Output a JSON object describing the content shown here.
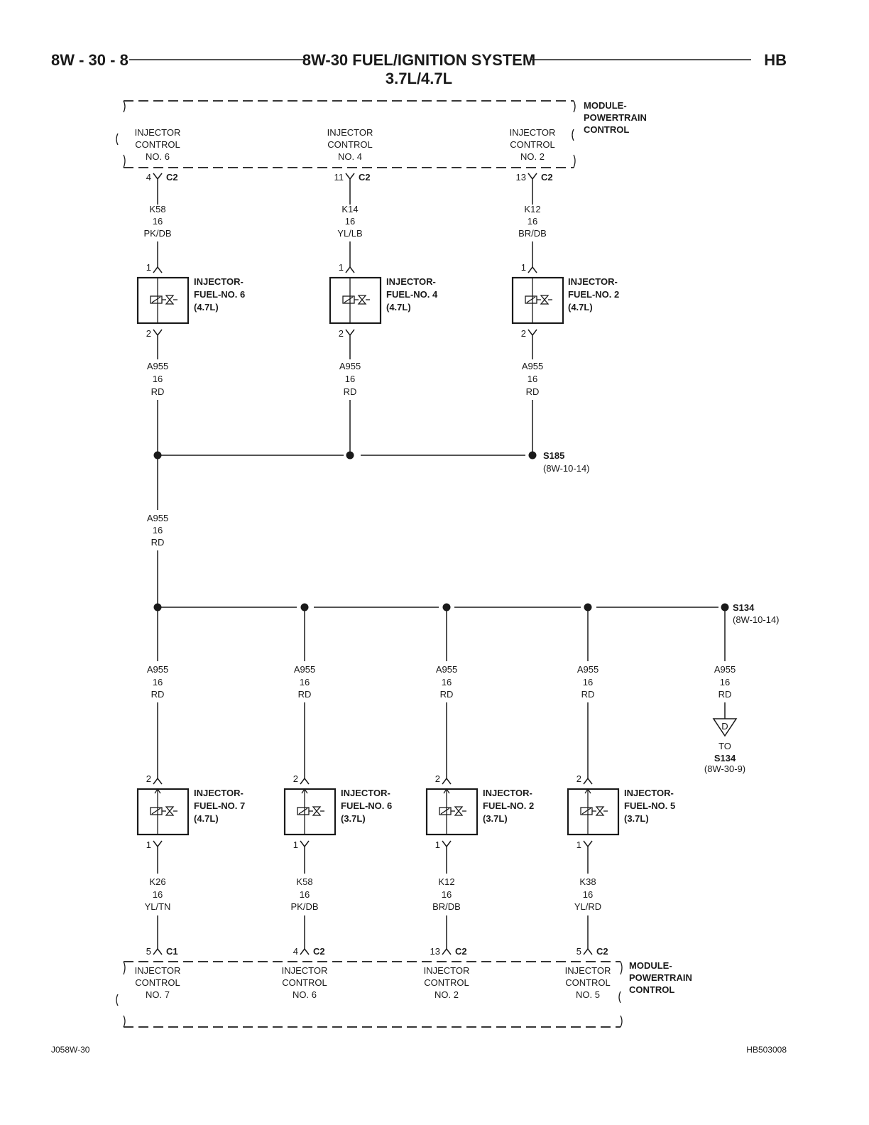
{
  "header": {
    "page_ref": "8W - 30 - 8",
    "title": "8W-30 FUEL/IGNITION SYSTEM",
    "subtitle": "3.7L/4.7L",
    "model": "HB"
  },
  "footer": {
    "left": "J058W-30",
    "right": "HB503008"
  },
  "top_module": {
    "name": [
      "MODULE-",
      "POWERTRAIN",
      "CONTROL"
    ],
    "pins": [
      {
        "label": [
          "INJECTOR",
          "CONTROL",
          "NO. 6"
        ],
        "pin": "4",
        "connector": "C2"
      },
      {
        "label": [
          "INJECTOR",
          "CONTROL",
          "NO. 4"
        ],
        "pin": "11",
        "connector": "C2"
      },
      {
        "label": [
          "INJECTOR",
          "CONTROL",
          "NO. 2"
        ],
        "pin": "13",
        "connector": "C2"
      }
    ]
  },
  "top_circuits": [
    {
      "wire": [
        "K58",
        "16",
        "PK/DB"
      ],
      "injector": [
        "INJECTOR-",
        "FUEL-NO. 6",
        "(4.7L)"
      ],
      "pin_in": "1",
      "pin_out": "2",
      "ground_wire": [
        "A955",
        "16",
        "RD"
      ]
    },
    {
      "wire": [
        "K14",
        "16",
        "YL/LB"
      ],
      "injector": [
        "INJECTOR-",
        "FUEL-NO. 4",
        "(4.7L)"
      ],
      "pin_in": "1",
      "pin_out": "2",
      "ground_wire": [
        "A955",
        "16",
        "RD"
      ]
    },
    {
      "wire": [
        "K12",
        "16",
        "BR/DB"
      ],
      "injector": [
        "INJECTOR-",
        "FUEL-NO. 2",
        "(4.7L)"
      ],
      "pin_in": "1",
      "pin_out": "2",
      "ground_wire": [
        "A955",
        "16",
        "RD"
      ]
    }
  ],
  "splice_s185": {
    "id": "S185",
    "ref": "(8W-10-14)"
  },
  "trunk_wire": [
    "A955",
    "16",
    "RD"
  ],
  "splice_s134": {
    "id": "S134",
    "ref": "(8W-10-14)"
  },
  "bottom_circuits": [
    {
      "feed_wire": [
        "A955",
        "16",
        "RD"
      ],
      "injector": [
        "INJECTOR-",
        "FUEL-NO. 7",
        "(4.7L)"
      ],
      "pin_in": "2",
      "pin_out": "1",
      "wire": [
        "K26",
        "16",
        "YL/TN"
      ],
      "pin": "5",
      "connector": "C1",
      "module_label": [
        "INJECTOR",
        "CONTROL",
        "NO. 7"
      ]
    },
    {
      "feed_wire": [
        "A955",
        "16",
        "RD"
      ],
      "injector": [
        "INJECTOR-",
        "FUEL-NO. 6",
        "(3.7L)"
      ],
      "pin_in": "2",
      "pin_out": "1",
      "wire": [
        "K58",
        "16",
        "PK/DB"
      ],
      "pin": "4",
      "connector": "C2",
      "module_label": [
        "INJECTOR",
        "CONTROL",
        "NO. 6"
      ]
    },
    {
      "feed_wire": [
        "A955",
        "16",
        "RD"
      ],
      "injector": [
        "INJECTOR-",
        "FUEL-NO. 2",
        "(3.7L)"
      ],
      "pin_in": "2",
      "pin_out": "1",
      "wire": [
        "K12",
        "16",
        "BR/DB"
      ],
      "pin": "13",
      "connector": "C2",
      "module_label": [
        "INJECTOR",
        "CONTROL",
        "NO. 2"
      ]
    },
    {
      "feed_wire": [
        "A955",
        "16",
        "RD"
      ],
      "injector": [
        "INJECTOR-",
        "FUEL-NO. 5",
        "(3.7L)"
      ],
      "pin_in": "2",
      "pin_out": "1",
      "wire": [
        "K38",
        "16",
        "YL/RD"
      ],
      "pin": "5",
      "connector": "C2",
      "module_label": [
        "INJECTOR",
        "CONTROL",
        "NO. 5"
      ]
    }
  ],
  "offpage": {
    "wire": [
      "A955",
      "16",
      "RD"
    ],
    "connector_letter": "D",
    "to": "TO",
    "target": "S134",
    "target_ref": "(8W-30-9)"
  },
  "bottom_module": {
    "name": [
      "MODULE-",
      "POWERTRAIN",
      "CONTROL"
    ]
  }
}
